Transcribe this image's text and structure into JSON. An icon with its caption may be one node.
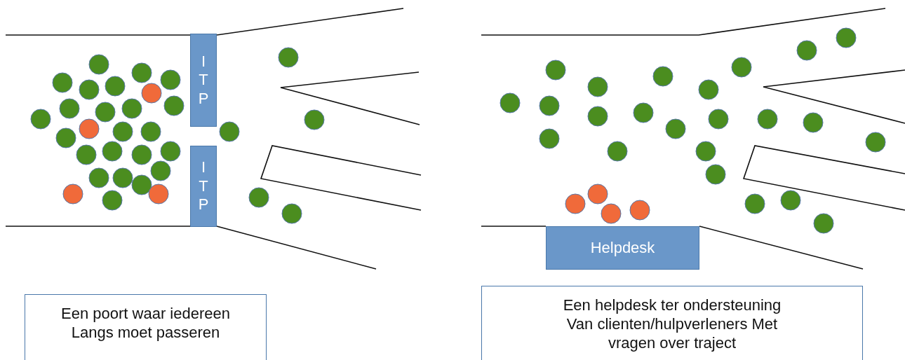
{
  "diagram": {
    "nodes": [
      {
        "text": [
          "ITP"
        ]
      },
      {
        "text": [
          "ITP"
        ]
      },
      {
        "text": [
          "Helpdesk"
        ]
      },
      {
        "text": [
          "Een poort waar iedereen Langs moet passeren"
        ]
      },
      {
        "text": [
          "Een helpdesk ter ondersteuning Van clienten/hulpverleners Met vragen over traject"
        ]
      }
    ]
  }
}
